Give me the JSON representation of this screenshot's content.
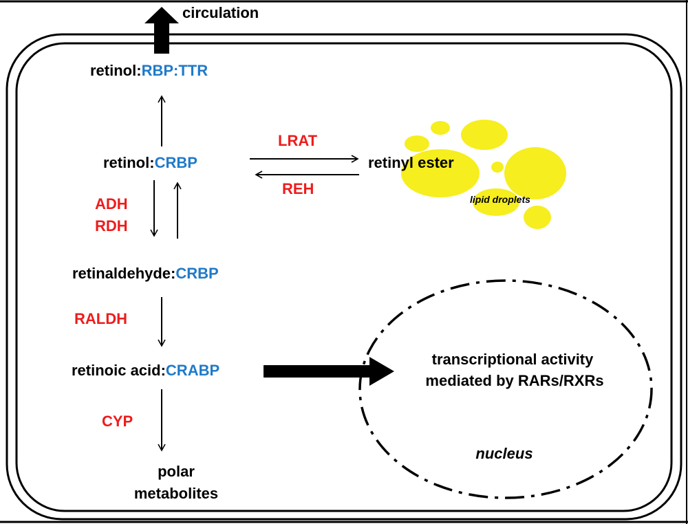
{
  "colors": {
    "text": "#000000",
    "protein": "#1f7ac9",
    "enzyme": "#ee1c1c",
    "droplet": "#f6ee1e"
  },
  "labels": {
    "circulation": "circulation",
    "retinol_rbp_prefix": "retinol:",
    "retinol_rbp_protein": "RBP:TTR",
    "retinol_crbp_prefix": "retinol:",
    "retinol_crbp_protein": "CRBP",
    "retinal_prefix": "retinaldehyde:",
    "retinal_protein": "CRBP",
    "ra_prefix": "retinoic acid:",
    "ra_protein": "CRABP",
    "polar_line1": "polar",
    "polar_line2": "metabolites",
    "retinyl_ester": "retinyl ester",
    "lipid_droplets": "lipid droplets",
    "transcription_line1": "transcriptional activity",
    "transcription_line2": "mediated by RARs/RXRs",
    "nucleus": "nucleus"
  },
  "enzymes": {
    "lrat": "LRAT",
    "reh": "REH",
    "adh": "ADH",
    "rdh": "RDH",
    "raldh": "RALDH",
    "cyp": "CYP"
  }
}
